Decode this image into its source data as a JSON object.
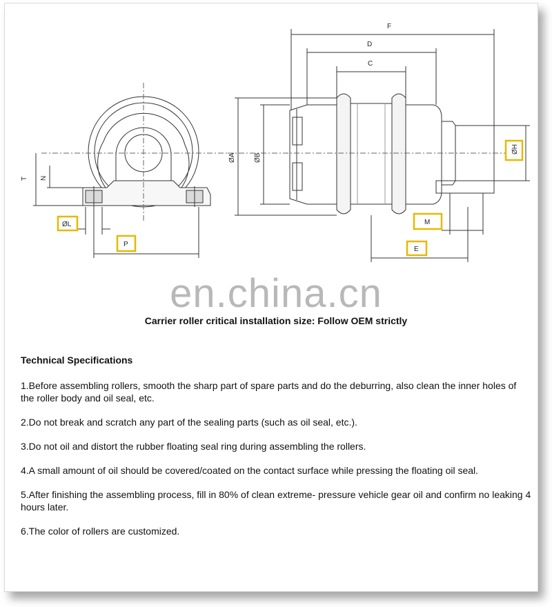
{
  "watermark": "en.china.cn",
  "caption": "Carrier roller critical installation size: Follow OEM strictly",
  "specs": {
    "title": "Technical Specifications",
    "items": [
      "1.Before assembling rollers, smooth the sharp part of spare parts and do the deburring, also clean the inner holes of the roller body and oil seal, etc.",
      "2.Do not break and scratch any part of the sealing parts (such as oil seal, etc.).",
      "3.Do not oil and distort the rubber floating seal ring during assembling the rollers.",
      "4.A small amount of oil should be covered/coated on the contact surface while pressing the floating oil seal.",
      "5.After finishing the assembling process, fill in 80% of clean extreme- pressure vehicle gear oil and confirm no leaking 4 hours later.",
      "6.The color of rollers are customized."
    ]
  },
  "dimensions": {
    "T": "T",
    "N": "N",
    "L": "ØL",
    "P": "P",
    "A": "ØA",
    "B": "ØB",
    "C": "C",
    "D": "D",
    "F": "F",
    "H": "ØH",
    "M": "M",
    "E": "E"
  },
  "colors": {
    "highlight": "#e8b800",
    "line": "#333333"
  }
}
